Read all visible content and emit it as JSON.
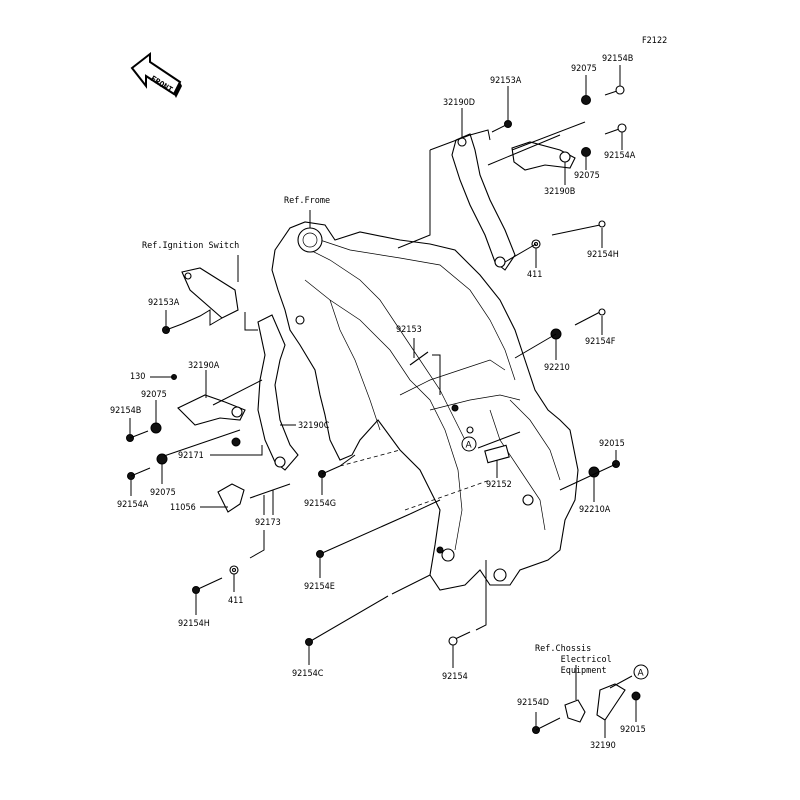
{
  "figure_id": "F2122",
  "front_badge": "FRONT",
  "references": {
    "frame": "Ref.Frome",
    "ignition": "Ref.Ignition Switch",
    "chassis": "Ref.Chossis\n     Electricol\n     Equipment"
  },
  "callout_marker": "A",
  "parts": {
    "p92153A_top": "92153A",
    "p92075_top": "92075",
    "p92154B_top": "92154B",
    "p32190D": "32190D",
    "p92154A_right": "92154A",
    "p92075_right": "92075",
    "p32190B": "32190B",
    "p92154H_right": "92154H",
    "p411_right": "411",
    "p92154F": "92154F",
    "p92210": "92210",
    "p92153A_left": "92153A",
    "p92153": "92153",
    "p130": "130",
    "p32190A": "32190A",
    "p92075_left1": "92075",
    "p92154B_left": "92154B",
    "p32190C": "32190C",
    "p92171": "92171",
    "p92075_left2": "92075",
    "p92154A_left": "92154A",
    "p11056": "11056",
    "p92173": "92173",
    "p92154G": "92154G",
    "p92152": "92152",
    "p92015_right": "92015",
    "p92210A": "92210A",
    "p92154E": "92154E",
    "p411_left": "411",
    "p92154H_left": "92154H",
    "p92154C": "92154C",
    "p92154": "92154",
    "p92154D": "92154D",
    "p92015_bottom": "92015",
    "p32190": "32190"
  }
}
